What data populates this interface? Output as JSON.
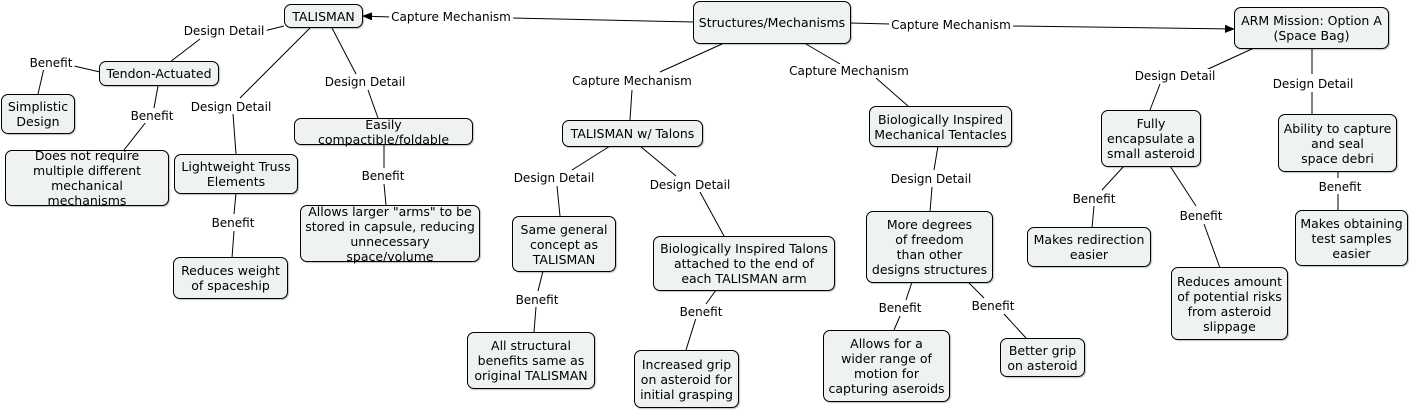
{
  "nodes": {
    "structures": "Structures/Mechanisms",
    "talisman": "TALISMAN",
    "arm_mission": "ARM Mission: Option A\n(Space Bag)",
    "tendon": "Tendon-Actuated",
    "simplistic": "Simplistic\nDesign",
    "no_multiple": "Does not require\nmultiple different\nmechanical mechanisms",
    "truss": "Lightweight Truss\nElements",
    "reduces_weight": "Reduces weight\nof spaceship",
    "compactible": "Easily compactible/foldable",
    "larger_arms": "Allows larger \"arms\" to be\nstored in capsule, reducing\nunnecessary space/volume",
    "talons": "TALISMAN w/ Talons",
    "same_concept": "Same general\nconcept as\nTALISMAN",
    "all_structural": "All structural\nbenefits same as\noriginal TALISMAN",
    "bio_talons": "Biologically Inspired Talons\nattached to the end of\neach TALISMAN arm",
    "increased_grip": "Increased grip\non asteroid for\ninitial grasping",
    "tentacles": "Biologically Inspired\nMechanical Tentacles",
    "more_dof": "More degrees\nof freedom\nthan other\ndesigns structures",
    "wider_range": "Allows for a\nwider range of\nmotion for\ncapturing aseroids",
    "better_grip": "Better grip\non asteroid",
    "fully_encapsulate": "Fully\nencapsulate a\nsmall asteroid",
    "redirection": "Makes redirection\neasier",
    "reduces_risk": "Reduces amount\nof potential risks\nfrom asteroid\nslippage",
    "capture_debri": "Ability to capture\nand seal\nspace debri",
    "test_samples": "Makes obtaining\ntest samples\neasier"
  },
  "link_labels": {
    "cm_talisman": "Capture Mechanism",
    "cm_arm": "Capture Mechanism",
    "cm_talons": "Capture Mechanism",
    "cm_tentacles": "Capture Mechanism",
    "dd_tendon": "Design Detail",
    "dd_truss": "Design Detail",
    "dd_compact": "Design Detail",
    "b_simplistic": "Benefit",
    "b_no_multiple": "Benefit",
    "b_weight": "Benefit",
    "b_larger": "Benefit",
    "dd_same": "Design Detail",
    "dd_bio_talons": "Design Detail",
    "b_all_structural": "Benefit",
    "b_grip": "Benefit",
    "dd_more_dof": "Design Detail",
    "b_wider": "Benefit",
    "b_better_grip": "Benefit",
    "dd_fully": "Design Detail",
    "dd_capture_debri": "Design Detail",
    "b_redirection": "Benefit",
    "b_risk": "Benefit",
    "b_samples": "Benefit"
  },
  "line_color": "#000000",
  "node_fill": "#eef2f2"
}
